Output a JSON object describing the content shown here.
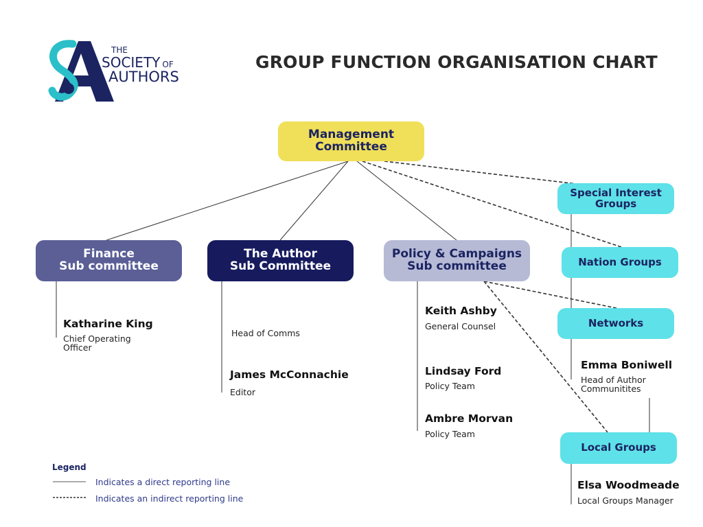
{
  "logo": {
    "line1": "THE",
    "line2a": "SOCIETY",
    "line2b": "OF",
    "line3": "AUTHORS"
  },
  "title": "GROUP FUNCTION ORGANISATION CHART",
  "nodes": {
    "management": {
      "line1": "Management",
      "line2": "Committee"
    },
    "finance": {
      "line1": "Finance",
      "line2": "Sub committee"
    },
    "author": {
      "line1": "The Author",
      "line2": "Sub Committee"
    },
    "policy": {
      "line1": "Policy & Campaigns",
      "line2": "Sub committee"
    },
    "special": {
      "line1": "Special Interest",
      "line2": "Groups"
    },
    "nation": {
      "line1": "Nation Groups"
    },
    "networks": {
      "line1": "Networks"
    },
    "local": {
      "line1": "Local Groups"
    }
  },
  "people": {
    "katharine": {
      "name": "Katharine King",
      "role1": "Chief Operating",
      "role2": "Officer"
    },
    "comms": {
      "role1": "Head of Comms"
    },
    "james": {
      "name": "James McConnachie",
      "role1": "Editor"
    },
    "keith": {
      "name": "Keith Ashby",
      "role1": "General Counsel"
    },
    "lindsay": {
      "name": "Lindsay Ford",
      "role1": "Policy Team"
    },
    "ambre": {
      "name": "Ambre Morvan",
      "role1": "Policy Team"
    },
    "emma": {
      "name": "Emma Boniwell",
      "role1": "Head of Author",
      "role2": "Communitites"
    },
    "elsa": {
      "name": "Elsa Woodmeade",
      "role1": "Local Groups Manager"
    }
  },
  "legend": {
    "heading": "Legend",
    "direct": "Indicates a direct reporting line",
    "indirect": "Indicates an indirect reporting line"
  },
  "colors": {
    "yellow": "#f0df59",
    "slate": "#5b5f96",
    "navy": "#171b5e",
    "lavender": "#b6bad5",
    "cyan": "#5ee1e8",
    "text_navy": "#1b2461",
    "logo_teal": "#2bbfc9"
  }
}
